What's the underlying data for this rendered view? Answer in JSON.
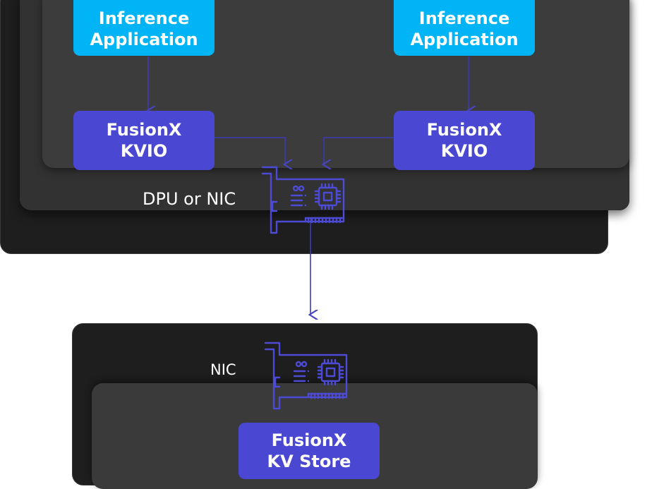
{
  "nodes": {
    "app_left": {
      "line1": "Inference",
      "line2": "Application"
    },
    "app_right": {
      "line1": "Inference",
      "line2": "Application"
    },
    "kvio_left": {
      "line1": "FusionX",
      "line2": "KVIO"
    },
    "kvio_right": {
      "line1": "FusionX",
      "line2": "KVIO"
    },
    "kv_store": {
      "line1": "FusionX",
      "line2": "KV Store"
    }
  },
  "labels": {
    "dpu_nic": "DPU or NIC",
    "nic": "NIC"
  },
  "colors": {
    "app_box": "#00b4f6",
    "kvio_box": "#4a47d3",
    "connector": "#3d3bb0",
    "nic_icon": "#4d4bd6",
    "panel_outer": "#1f1f1f",
    "panel_inner": "#3a3a3a"
  },
  "icons": {
    "dpu_nic_card": "network-card-icon",
    "nic_card": "network-card-icon"
  }
}
